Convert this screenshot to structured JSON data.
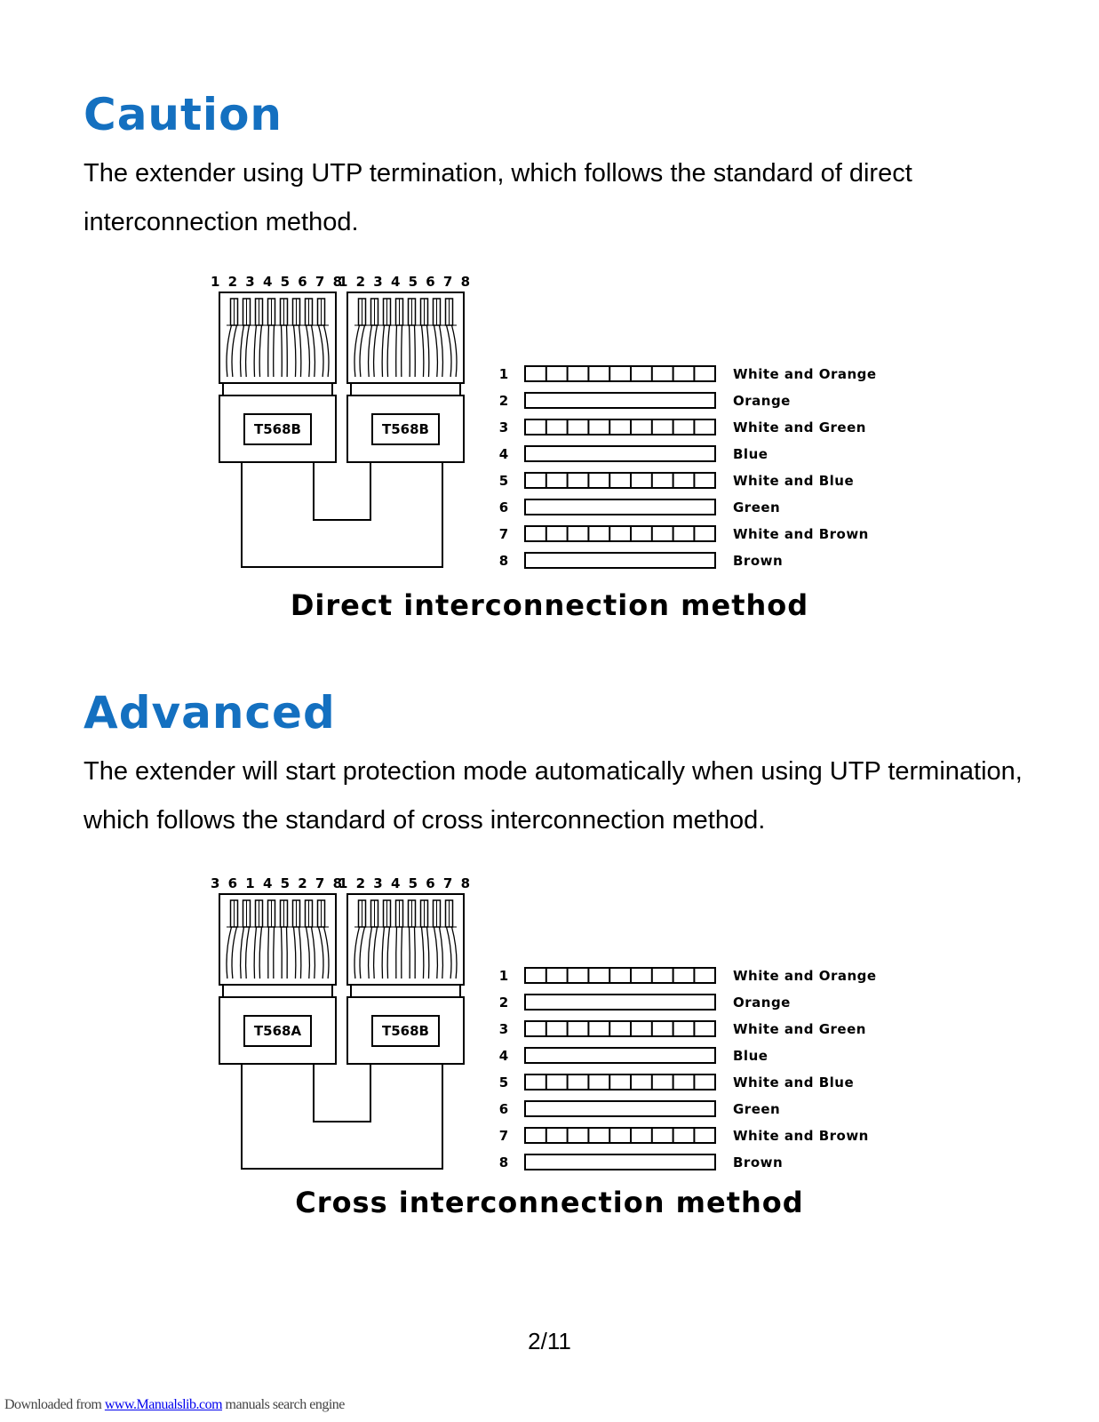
{
  "colors": {
    "heading": "#1470c0",
    "line": "#000000",
    "link": "#0000ee"
  },
  "sections": [
    {
      "heading": "Caution",
      "paragraph": "The extender using UTP termination, which follows the standard of direct interconnection method.",
      "caption": "Direct interconnection method",
      "diagram": {
        "left_pin_order": "1 2 3 4 5 6 7 8",
        "right_pin_order": "1 2 3 4 5 6 7 8",
        "left_standard": "T568B",
        "right_standard": "T568B",
        "wires": [
          {
            "pin": "1",
            "name": "White and Orange",
            "striped": true
          },
          {
            "pin": "2",
            "name": "Orange",
            "striped": false
          },
          {
            "pin": "3",
            "name": "White and Green",
            "striped": true
          },
          {
            "pin": "4",
            "name": "Blue",
            "striped": false
          },
          {
            "pin": "5",
            "name": "White and Blue",
            "striped": true
          },
          {
            "pin": "6",
            "name": "Green",
            "striped": false
          },
          {
            "pin": "7",
            "name": "White and Brown",
            "striped": true
          },
          {
            "pin": "8",
            "name": "Brown",
            "striped": false
          }
        ]
      }
    },
    {
      "heading": "Advanced",
      "paragraph": "The extender will start protection mode automatically when using UTP termination, which follows the standard of cross interconnection method.",
      "caption": "Cross interconnection method",
      "diagram": {
        "left_pin_order": "3 6 1 4 5 2 7 8",
        "right_pin_order": "1 2 3 4 5 6 7 8",
        "left_standard": "T568A",
        "right_standard": "T568B",
        "wires": [
          {
            "pin": "1",
            "name": "White and Orange",
            "striped": true
          },
          {
            "pin": "2",
            "name": "Orange",
            "striped": false
          },
          {
            "pin": "3",
            "name": "White and Green",
            "striped": true
          },
          {
            "pin": "4",
            "name": "Blue",
            "striped": false
          },
          {
            "pin": "5",
            "name": "White and Blue",
            "striped": true
          },
          {
            "pin": "6",
            "name": "Green",
            "striped": false
          },
          {
            "pin": "7",
            "name": "White and Brown",
            "striped": true
          },
          {
            "pin": "8",
            "name": "Brown",
            "striped": false
          }
        ]
      }
    }
  ],
  "page_number": "2/11",
  "footer": {
    "prefix": "Downloaded from ",
    "link_text": "www.Manualslib.com",
    "suffix": " manuals search engine"
  }
}
